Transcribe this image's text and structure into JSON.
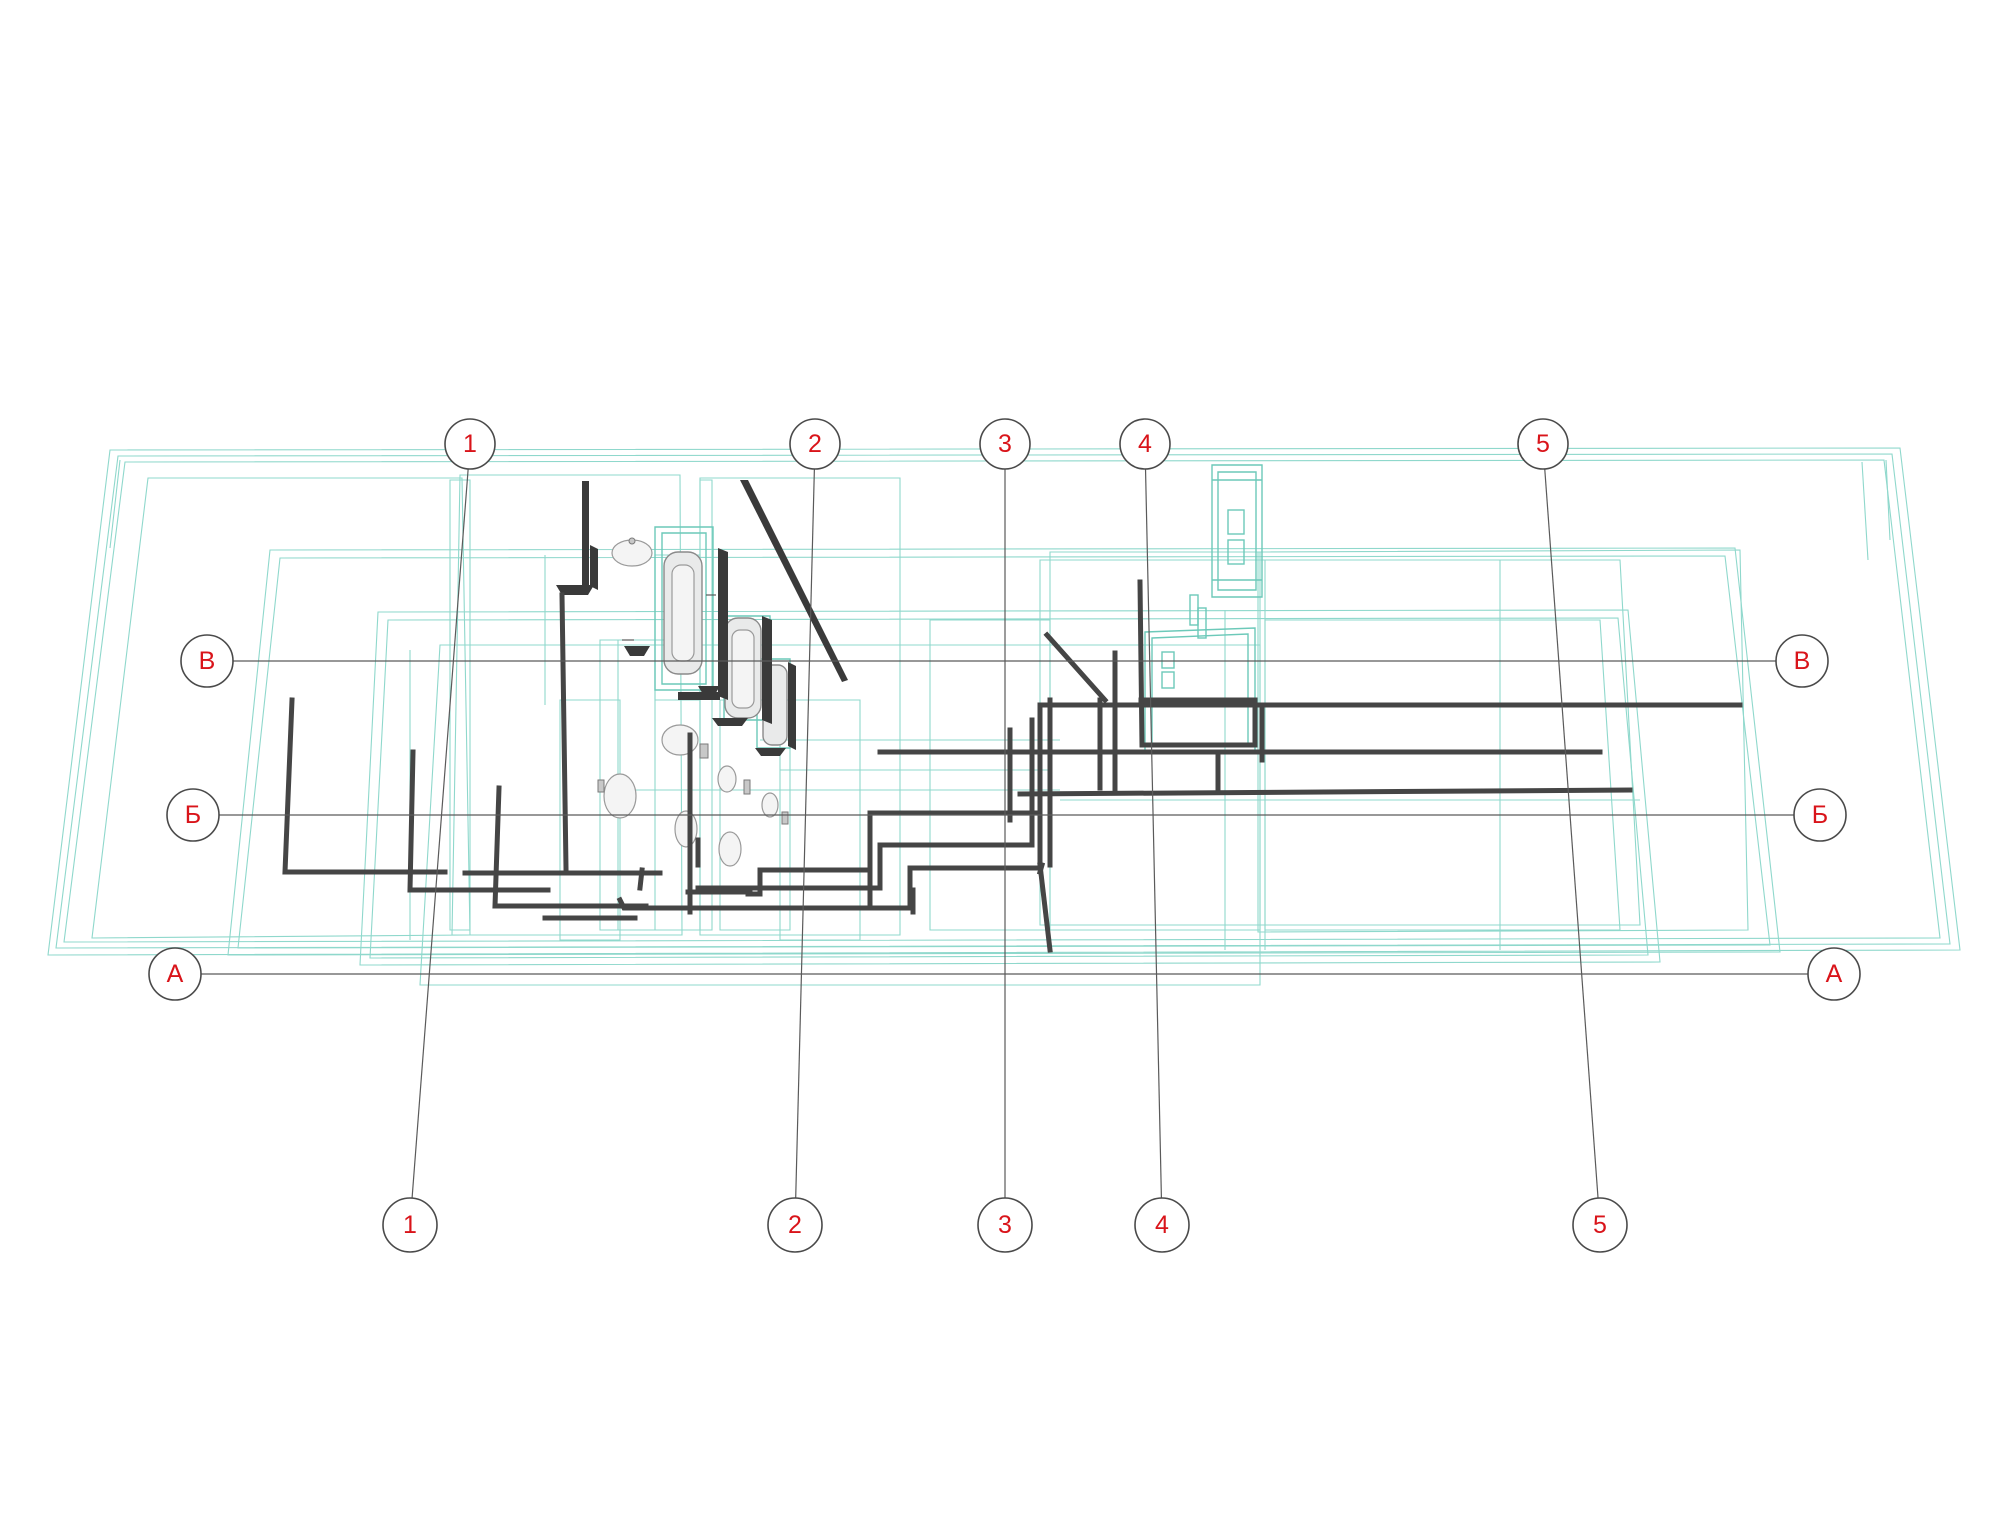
{
  "colors": {
    "axis_label": "#d9141a",
    "walls": "#8fd8cc",
    "pipes": "#454545",
    "grid_lines": "#5a5a5a"
  },
  "vertical_axes": [
    {
      "label": "1"
    },
    {
      "label": "2"
    },
    {
      "label": "3"
    },
    {
      "label": "4"
    },
    {
      "label": "5"
    }
  ],
  "horizontal_axes": [
    {
      "label": "В"
    },
    {
      "label": "Б"
    },
    {
      "label": "А"
    }
  ]
}
